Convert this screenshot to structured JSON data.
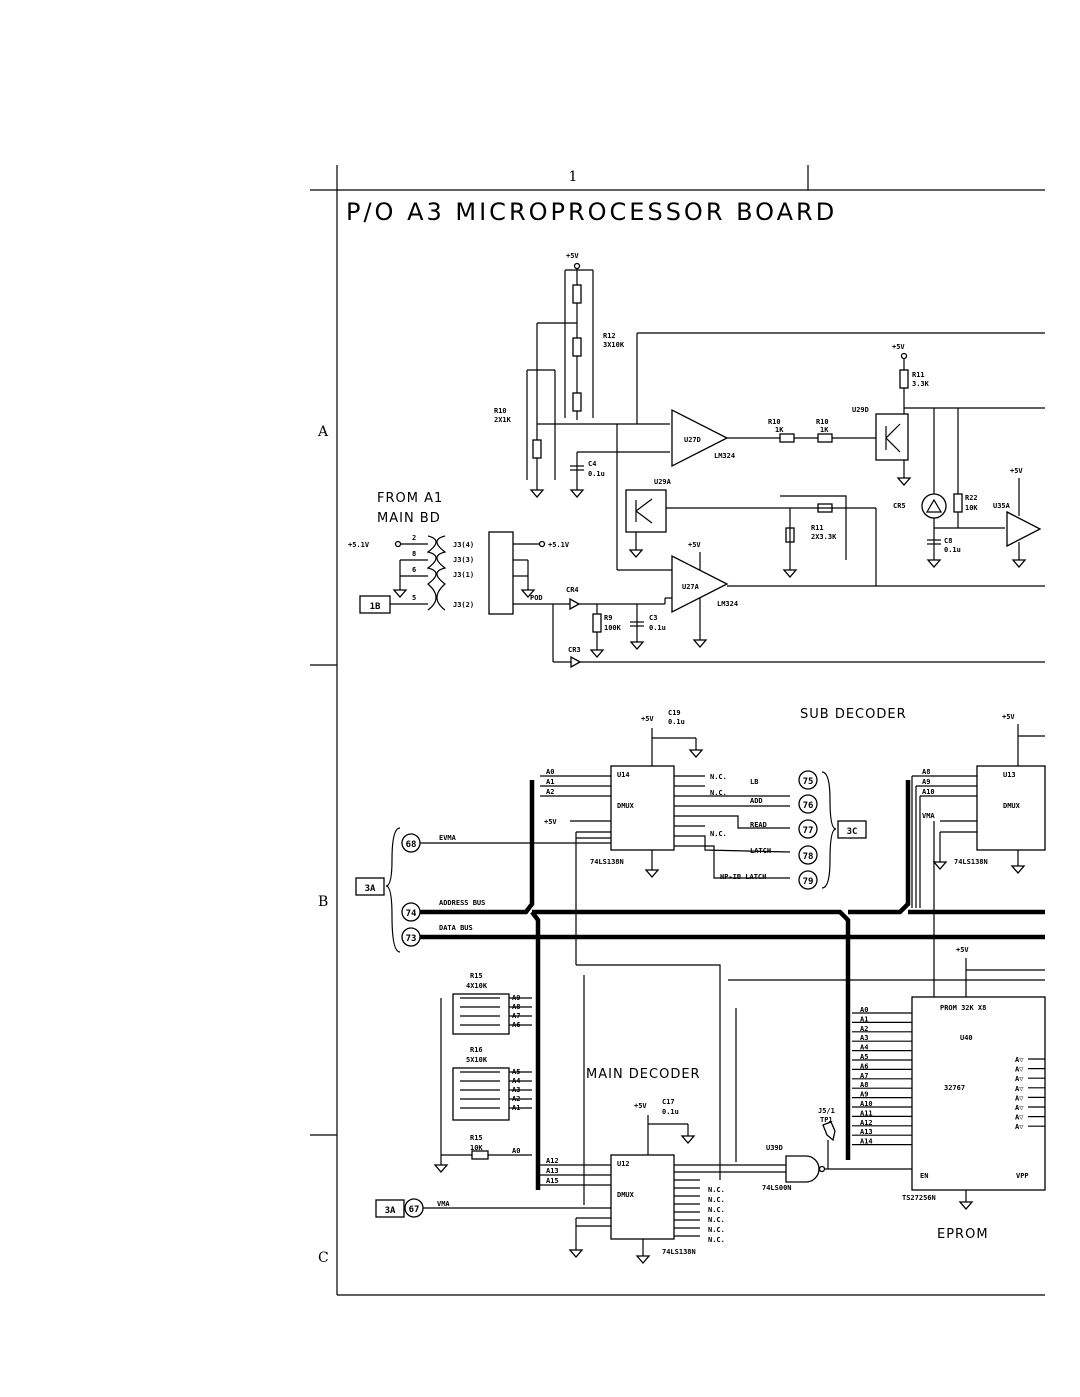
{
  "sheet": {
    "column_number": "1",
    "title": "P/O A3 MICROPROCESSOR BOARD",
    "zones": [
      "A",
      "B",
      "C"
    ]
  },
  "sections": {
    "from_a1": "FROM A1",
    "main_bd": "MAIN BD",
    "sub_decoder": "SUB DECODER",
    "main_decoder": "MAIN DECODER",
    "eprom": "EPROM"
  },
  "buses": {
    "address": "ADDRESS BUS",
    "data": "DATA BUS"
  },
  "refs": {
    "r1b": "1B",
    "r3a_left": "3A",
    "r3a_bottom": "3A",
    "r3c": "3C"
  },
  "nodes": {
    "n68": "68",
    "n74": "74",
    "n73": "73",
    "n67": "67",
    "n75": "75",
    "n76": "76",
    "n77": "77",
    "n78": "78",
    "n79": "79"
  },
  "signals": {
    "lb": "LB",
    "add": "ADD",
    "read": "READ",
    "latch": "LATCH",
    "hpib_latch": "HP-IB LATCH",
    "evma": "EVMA",
    "vma": "VMA",
    "vma2": "VMA",
    "pod": "POD",
    "nc": "N.C."
  },
  "parts": {
    "r12": "R12",
    "r12_val": "3X10K",
    "r10": "R10",
    "r10_val": "2X1K",
    "r10a": "R10",
    "r10a_val": "1K",
    "r10b": "R10",
    "r10b_val": "1K",
    "r11": "R11",
    "r11_val": "3.3K",
    "r11b": "R11",
    "r11b_val": "2X3.3K",
    "r22": "R22",
    "r22_val": "10K",
    "r9": "R9",
    "r9_val": "100K",
    "c4": "C4",
    "c4_val": "0.1u",
    "c3": "C3",
    "c3_val": "0.1u",
    "c8": "C8",
    "c8_val": "0.1u",
    "c19": "C19",
    "c19_val": "0.1u",
    "c17": "C17",
    "c17_val": "0.1u",
    "u27d": "U27D",
    "u27a": "U27A",
    "lm324a": "LM324",
    "lm324b": "LM324",
    "u29a": "U29A",
    "u29d": "U29D",
    "u35a": "U35A",
    "cr5": "CR5",
    "cr4": "CR4",
    "cr3": "CR3",
    "u14": "U14",
    "u13": "U13",
    "u12": "U12",
    "u40": "U40",
    "u39d": "U39D",
    "ls138a": "74LS138N",
    "ls138b": "74LS138N",
    "ls138c": "74LS138N",
    "ls00": "74LS00N",
    "ts": "TS27256N",
    "prom": "PROM 32K X8",
    "prom_size": "32767",
    "r15a": "R15",
    "r15a_val": "4X10K",
    "r16": "R16",
    "r16_val": "5X10K",
    "r15b": "R15",
    "r15b_val": "10K",
    "j5": "J5/1",
    "tp1": "TP1",
    "dmux": "DMUX",
    "en": "EN",
    "vpp": "VPP"
  },
  "supply": {
    "p5v": "+5V",
    "p51v": "+5.1V"
  },
  "connectors": {
    "j34": "J3(4)",
    "j33": "J3(3)",
    "j31": "J3(1)",
    "j32": "J3(2)"
  },
  "address_lines": {
    "u14_in": [
      "A0",
      "A1",
      "A2"
    ],
    "u13_in": [
      "A8",
      "A9",
      "A10"
    ],
    "u12_in": [
      "A12",
      "A13",
      "A15"
    ],
    "r15_lines": [
      "A9",
      "A8",
      "A7",
      "A6"
    ],
    "r16_lines": [
      "A5",
      "A4",
      "A3",
      "A2",
      "A1"
    ],
    "r15b_line": "A0",
    "eprom_in": [
      "A0",
      "A1",
      "A2",
      "A3",
      "A4",
      "A5",
      "A6",
      "A7",
      "A8",
      "A9",
      "A10",
      "A11",
      "A12",
      "A13",
      "A14"
    ]
  }
}
